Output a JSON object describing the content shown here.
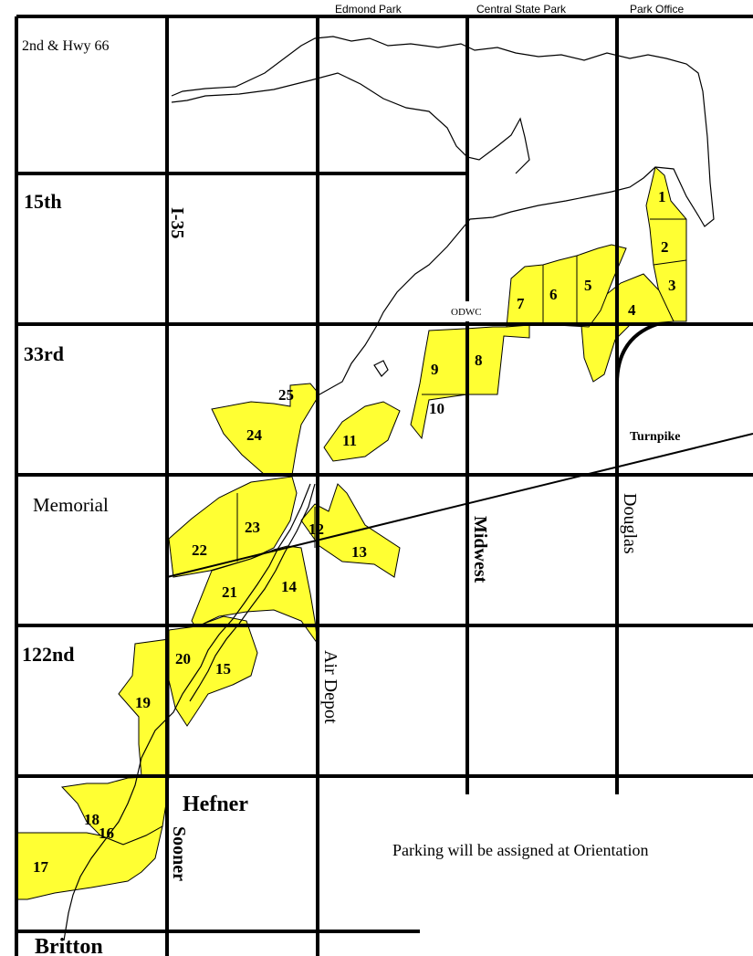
{
  "top_labels": {
    "edmond_park": "Edmond Park",
    "central_state_park": "Central State Park",
    "park_office": "Park Office"
  },
  "row_labels": {
    "hwy66": "2nd & Hwy 66",
    "r15th": "15th",
    "r33rd": "33rd",
    "memorial": "Memorial",
    "r122nd": "122nd",
    "hefner": "Hefner",
    "britton": "Britton"
  },
  "road_labels": {
    "i35": "I-35",
    "midwest": "Midwest",
    "douglas": "Douglas",
    "air_depot": "Air Depot",
    "sooner": "Sooner",
    "turnpike": "Turnpike"
  },
  "odwc": "ODWC",
  "parking_note": "Parking will be assigned at Orientation",
  "zones": [
    "1",
    "2",
    "3",
    "4",
    "5",
    "6",
    "7",
    "8",
    "9",
    "10",
    "11",
    "12",
    "13",
    "14",
    "15",
    "16",
    "17",
    "18",
    "19",
    "20",
    "21",
    "22",
    "23",
    "24",
    "25"
  ],
  "colors": {
    "zone_fill": "#ffff33",
    "line": "#000000",
    "background": "#ffffff"
  }
}
